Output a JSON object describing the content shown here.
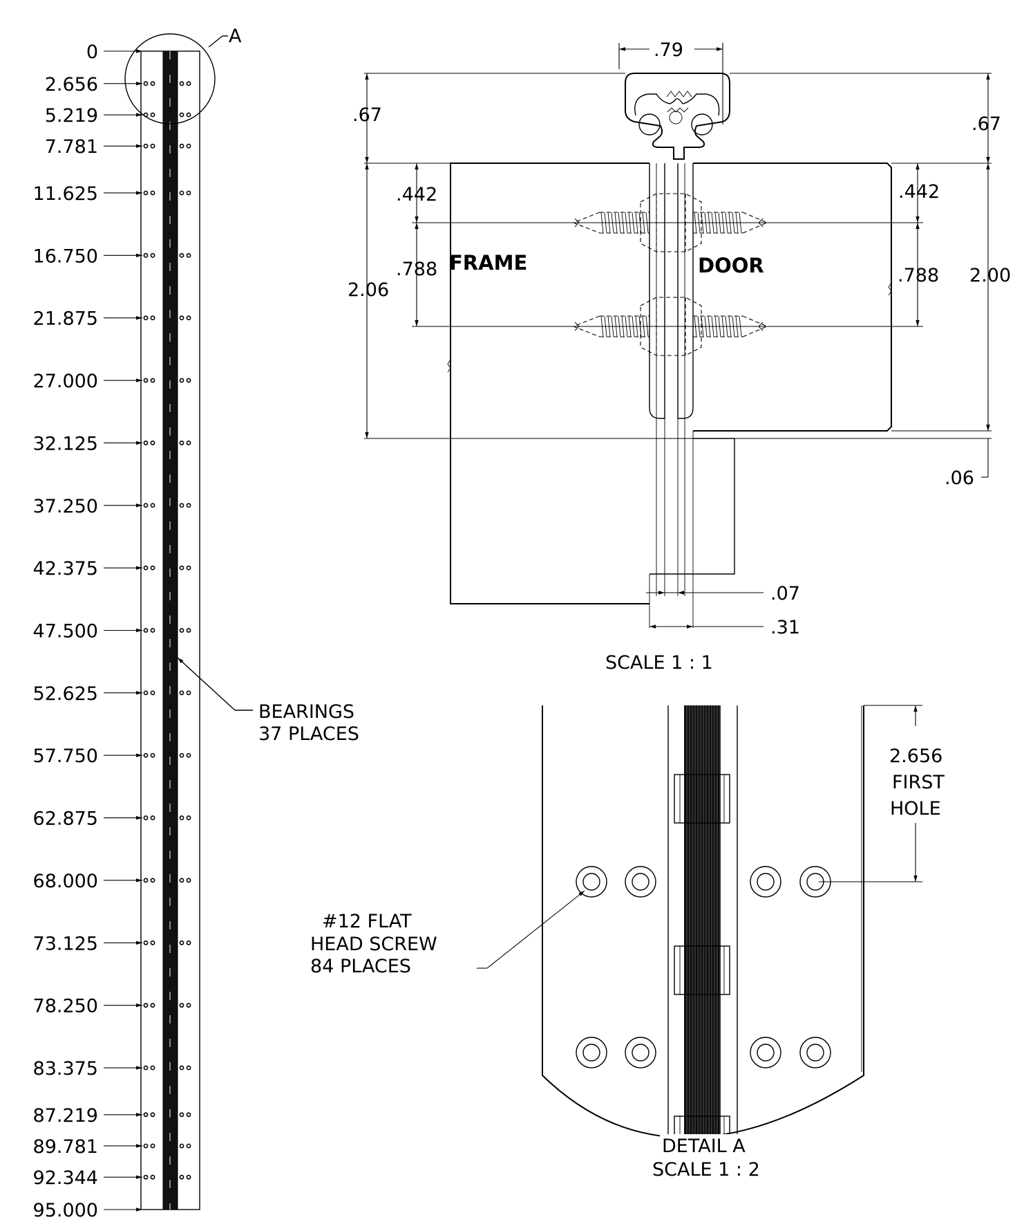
{
  "left_view": {
    "stations": [
      "0",
      "2.656",
      "5.219",
      "7.781",
      "11.625",
      "16.750",
      "21.875",
      "27.000",
      "32.125",
      "37.250",
      "42.375",
      "47.500",
      "52.625",
      "57.750",
      "62.875",
      "68.000",
      "73.125",
      "78.250",
      "83.375",
      "87.219",
      "89.781",
      "92.344",
      "95.000"
    ],
    "detail_callout": "A",
    "bearings_note": [
      "BEARINGS",
      "37 PLACES"
    ]
  },
  "section_view": {
    "dims": {
      "top_width": ".79",
      "left_height_top": ".67",
      "right_height_top": ".67",
      "left_offset": ".442",
      "right_offset": ".442",
      "left_spacing": ".788",
      "right_spacing": ".788",
      "left_total": "2.06",
      "right_total": "2.00",
      "bottom_gap": ".06",
      "gap_small": ".07",
      "gap_large": ".31"
    },
    "labels": {
      "frame": "FRAME",
      "door": "DOOR"
    },
    "scale": "SCALE 1 : 1"
  },
  "detail_view": {
    "first_hole": [
      "2.656",
      "FIRST",
      "HOLE"
    ],
    "screw_note": [
      "#12 FLAT",
      "HEAD SCREW",
      "84 PLACES"
    ],
    "title": "DETAIL A",
    "scale": "SCALE 1 : 2"
  }
}
